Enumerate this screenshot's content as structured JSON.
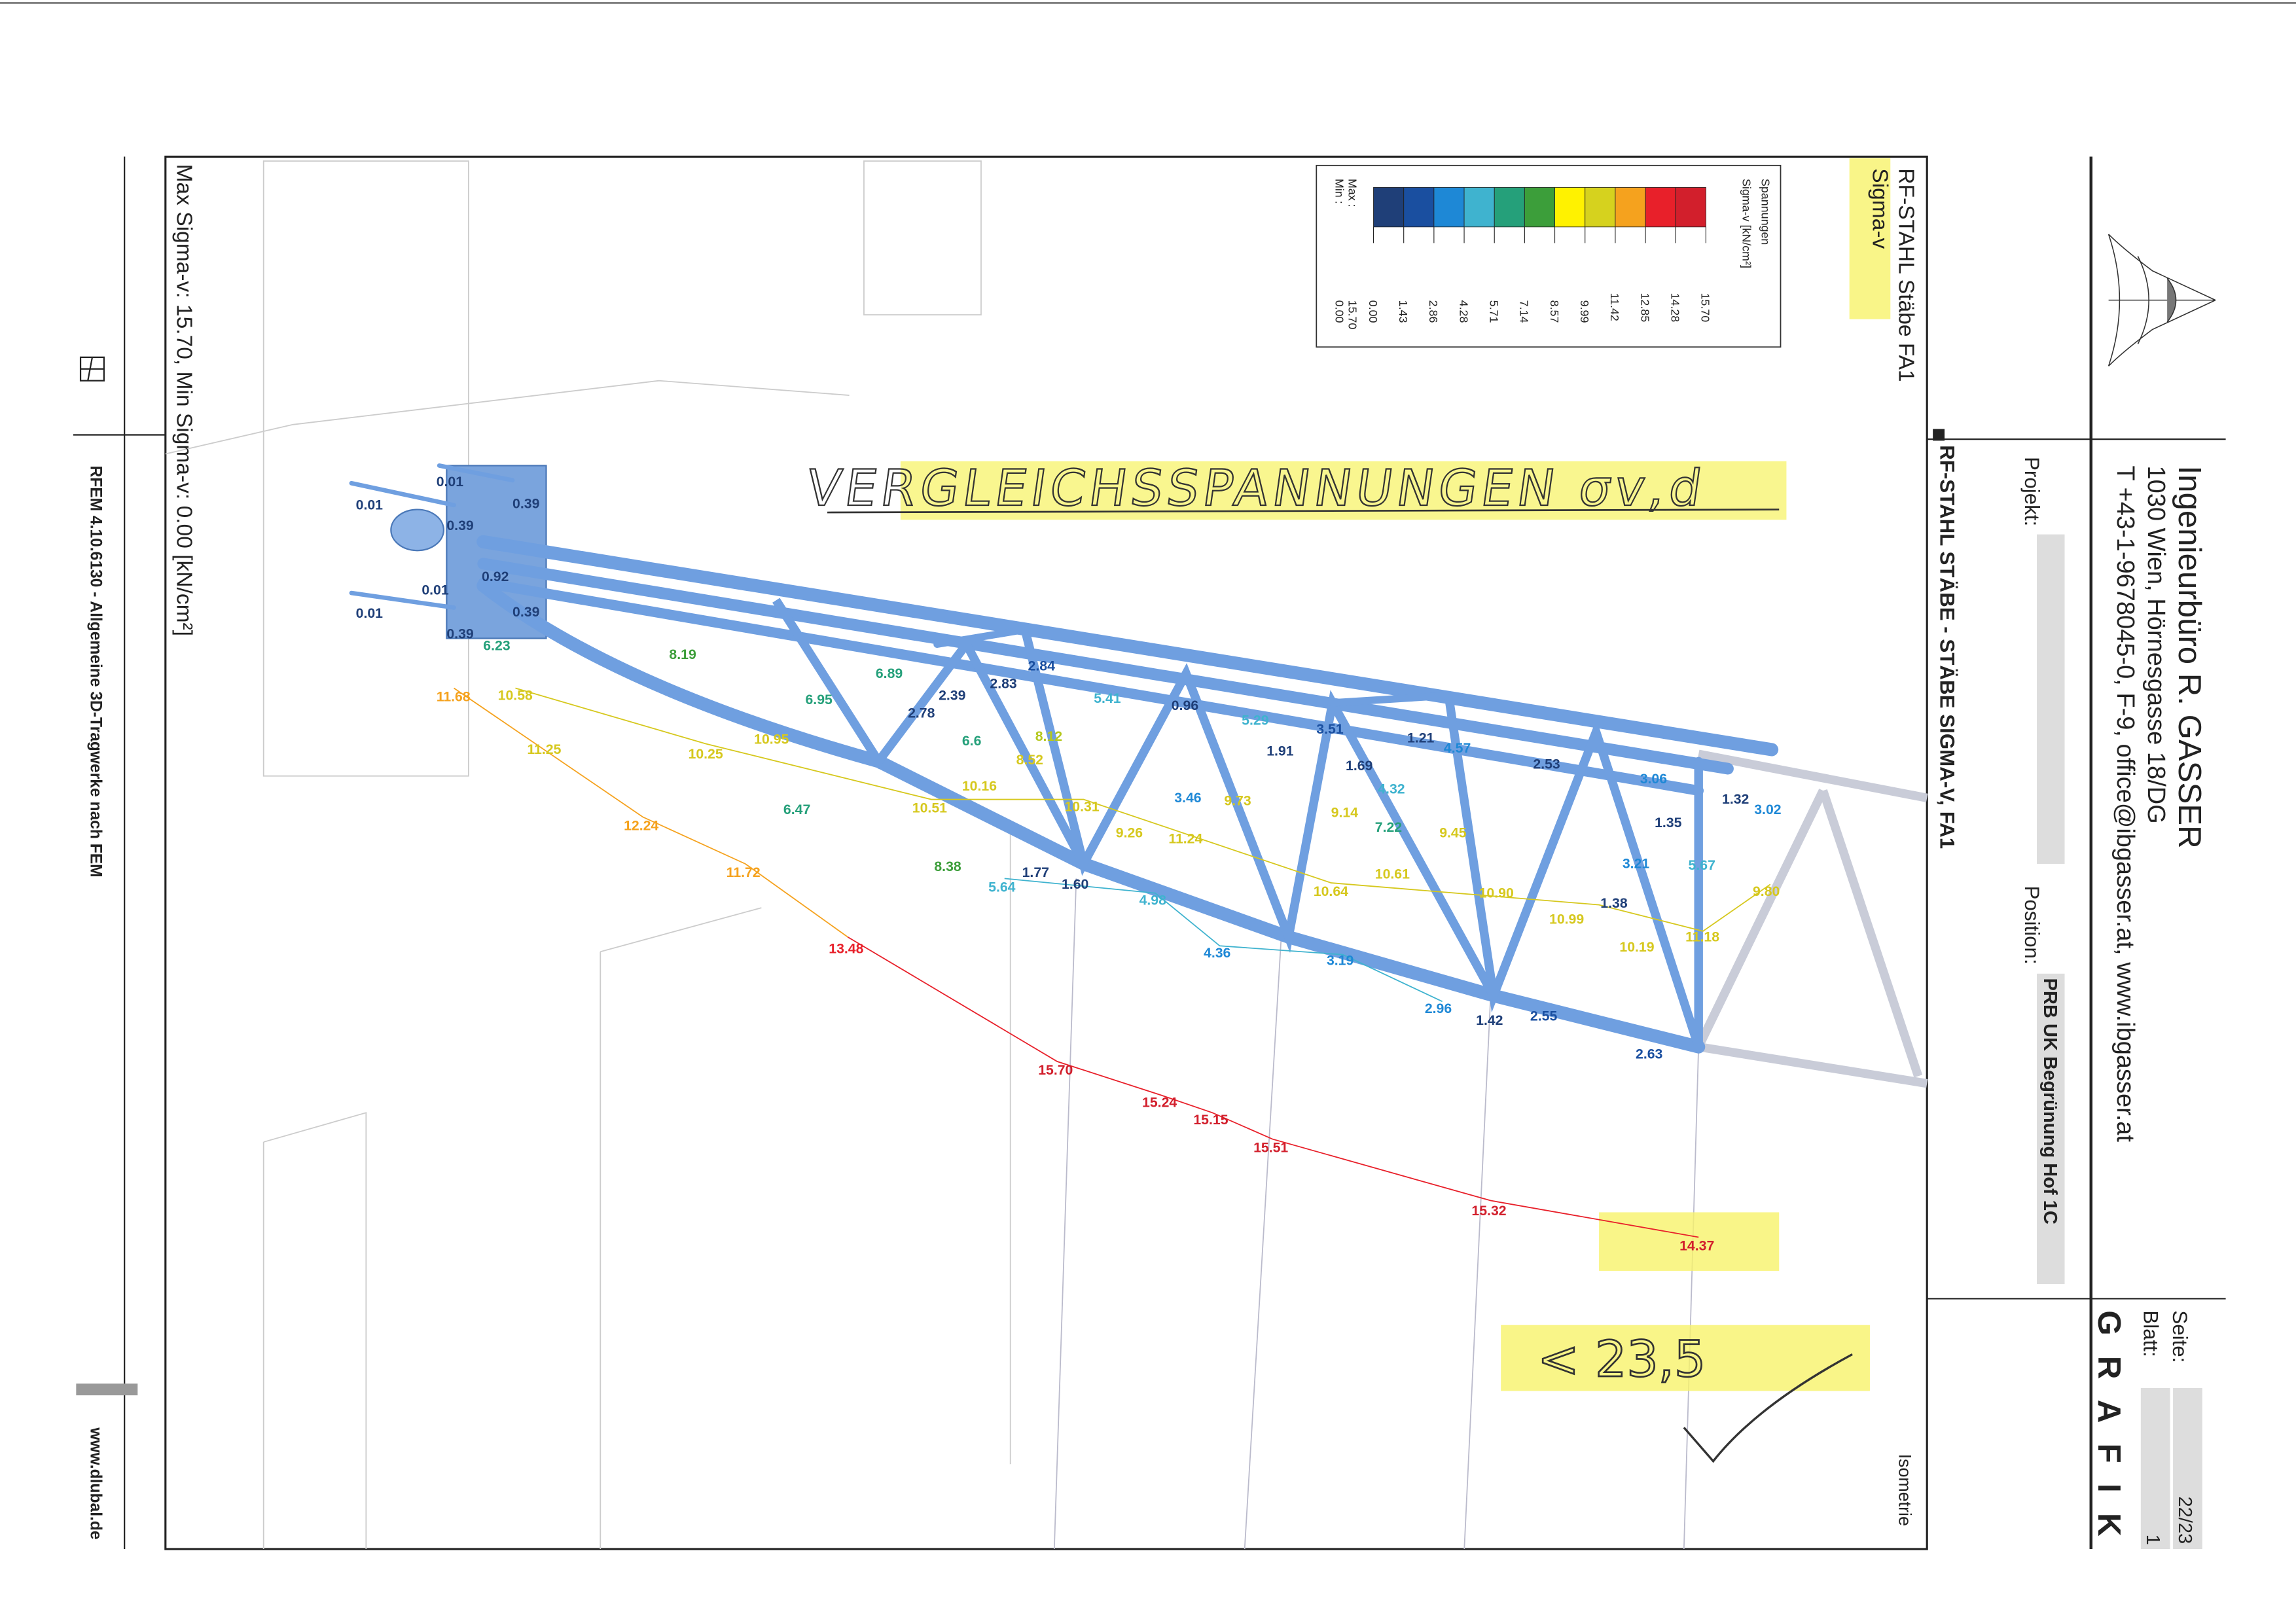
{
  "drawing": {
    "title": "RF-STAHL Stäbe FA1",
    "subtitle": "Sigma-v",
    "summary": "Max Sigma-v: 15.70, Min Sigma-v: 0.00 [kN/cm²]",
    "view": "Isometrie",
    "heading": "RF-STAHL STÄBE - STÄBE SIGMA-V, FA1"
  },
  "legend": {
    "title": "Spannungen",
    "quantity": "Sigma-v [kN/cm²]",
    "ticks": [
      "0.00",
      "1.43",
      "2.86",
      "4.28",
      "5.71",
      "7.14",
      "8.57",
      "9.99",
      "11.42",
      "12.85",
      "14.28",
      "15.70"
    ],
    "colors": [
      "#1f3f78",
      "#1a4fa0",
      "#1e88d6",
      "#3fb3cf",
      "#25a07a",
      "#3c9e3a",
      "#fff200",
      "#d6d21e",
      "#f5a21e",
      "#e8202a",
      "#d21f2c"
    ],
    "max_label": "Max :",
    "min_label": "Min :",
    "max_value": "15.70",
    "min_value": "0.00"
  },
  "footer_left": {
    "software": "RFEM 4.10.6130 - Allgemeine 3D-Tragwerke nach FEM",
    "website": "www.dlubal.de"
  },
  "title_block": {
    "company": "Ingenieurbüro R. GASSER",
    "address": "1030 Wien, Hörnesgasse 18/DG",
    "contact": "T +43-1-9678045-0, F-9, office@ibgasser.at, www.ibgasser.at",
    "project_label": "Projekt:",
    "project_value": "",
    "position_label": "Position:",
    "position_value": "PRB UK Begrünung Hof 1C",
    "page_label": "Seite:",
    "page_value": "22/23",
    "sheet_label": "Blatt:",
    "sheet_value": "1",
    "section": "GRAFIK"
  },
  "annotations": {
    "handwritten_title": "VERGLEICHSSPANNUNGEN σv,d",
    "handwritten_limit": "< 23,5"
  },
  "stress_labels": [
    {
      "text": "0.01",
      "color": "#1f3f78"
    },
    {
      "text": "0.01",
      "color": "#1f3f78"
    },
    {
      "text": "0.39",
      "color": "#1f3f78"
    },
    {
      "text": "0.39",
      "color": "#1f3f78"
    },
    {
      "text": "0.01",
      "color": "#1f3f78"
    },
    {
      "text": "0.92",
      "color": "#1f3f78"
    },
    {
      "text": "0.01",
      "color": "#1f3f78"
    },
    {
      "text": "0.39",
      "color": "#1f3f78"
    },
    {
      "text": "0.39",
      "color": "#1f3f78"
    },
    {
      "text": "6.23",
      "color": "#25a07a"
    },
    {
      "text": "8.19",
      "color": "#3c9e3a"
    },
    {
      "text": "11.68",
      "color": "#f5a21e"
    },
    {
      "text": "10.58",
      "color": "#d6c81e"
    },
    {
      "text": "11.25",
      "color": "#d6c81e"
    },
    {
      "text": "10.25",
      "color": "#d6c81e"
    },
    {
      "text": "10.95",
      "color": "#d6c81e"
    },
    {
      "text": "6.95",
      "color": "#25a07a"
    },
    {
      "text": "6.89",
      "color": "#25a07a"
    },
    {
      "text": "2.39",
      "color": "#1f3f78"
    },
    {
      "text": "2.78",
      "color": "#1f3f78"
    },
    {
      "text": "2.83",
      "color": "#1f3f78"
    },
    {
      "text": "2.84",
      "color": "#1a4fa0"
    },
    {
      "text": "5.41",
      "color": "#3fb3cf"
    },
    {
      "text": "0.96",
      "color": "#1f3f78"
    },
    {
      "text": "5.29",
      "color": "#3fb3cf"
    },
    {
      "text": "3.51",
      "color": "#1a4fa0"
    },
    {
      "text": "1.91",
      "color": "#1f3f78"
    },
    {
      "text": "1.21",
      "color": "#1f3f78"
    },
    {
      "text": "4.57",
      "color": "#1e88d6"
    },
    {
      "text": "1.69",
      "color": "#1f3f78"
    },
    {
      "text": "2.53",
      "color": "#1f3f78"
    },
    {
      "text": "3.06",
      "color": "#1e88d6"
    },
    {
      "text": "1.32",
      "color": "#1f3f78"
    },
    {
      "text": "3.02",
      "color": "#1e88d6"
    },
    {
      "text": "1.35",
      "color": "#1f3f78"
    },
    {
      "text": "6.6",
      "color": "#25a07a"
    },
    {
      "text": "8.12",
      "color": "#b5c81e"
    },
    {
      "text": "8.52",
      "color": "#d6c81e"
    },
    {
      "text": "10.16",
      "color": "#d6c81e"
    },
    {
      "text": "10.51",
      "color": "#d6c81e"
    },
    {
      "text": "10.31",
      "color": "#d6c81e"
    },
    {
      "text": "6.47",
      "color": "#25a07a"
    },
    {
      "text": "12.24",
      "color": "#f5a21e"
    },
    {
      "text": "9.26",
      "color": "#d6c81e"
    },
    {
      "text": "3.46",
      "color": "#1e88d6"
    },
    {
      "text": "9.73",
      "color": "#d6c81e"
    },
    {
      "text": "9.14",
      "color": "#d6c81e"
    },
    {
      "text": "4.32",
      "color": "#3fb3cf"
    },
    {
      "text": "7.22",
      "color": "#25a07a"
    },
    {
      "text": "9.45",
      "color": "#d6c81e"
    },
    {
      "text": "11.24",
      "color": "#d6c81e"
    },
    {
      "text": "3.21",
      "color": "#1e88d6"
    },
    {
      "text": "5.67",
      "color": "#3fb3cf"
    },
    {
      "text": "9.80",
      "color": "#d6c81e"
    },
    {
      "text": "8.38",
      "color": "#3c9e3a"
    },
    {
      "text": "11.72",
      "color": "#f5a21e"
    },
    {
      "text": "1.77",
      "color": "#1f3f78"
    },
    {
      "text": "1.60",
      "color": "#1f3f78"
    },
    {
      "text": "5.64",
      "color": "#3fb3cf"
    },
    {
      "text": "4.98",
      "color": "#3fb3cf"
    },
    {
      "text": "10.64",
      "color": "#d6c81e"
    },
    {
      "text": "10.61",
      "color": "#d6c81e"
    },
    {
      "text": "10.90",
      "color": "#d6c81e"
    },
    {
      "text": "10.99",
      "color": "#d6c81e"
    },
    {
      "text": "1.38",
      "color": "#1f3f78"
    },
    {
      "text": "11.18",
      "color": "#d6c81e"
    },
    {
      "text": "10.19",
      "color": "#d6c81e"
    },
    {
      "text": "13.48",
      "color": "#e8202a"
    },
    {
      "text": "4.36",
      "color": "#1e88d6"
    },
    {
      "text": "3.19",
      "color": "#1e88d6"
    },
    {
      "text": "2.96",
      "color": "#1e88d6"
    },
    {
      "text": "1.42",
      "color": "#1f3f78"
    },
    {
      "text": "2.55",
      "color": "#1a4fa0"
    },
    {
      "text": "2.63",
      "color": "#1a4fa0"
    },
    {
      "text": "15.70",
      "color": "#d21f2c"
    },
    {
      "text": "15.24",
      "color": "#d21f2c"
    },
    {
      "text": "15.15",
      "color": "#d21f2c"
    },
    {
      "text": "15.51",
      "color": "#d21f2c"
    },
    {
      "text": "15.32",
      "color": "#d21f2c"
    },
    {
      "text": "14.37",
      "color": "#d21f2c"
    }
  ]
}
